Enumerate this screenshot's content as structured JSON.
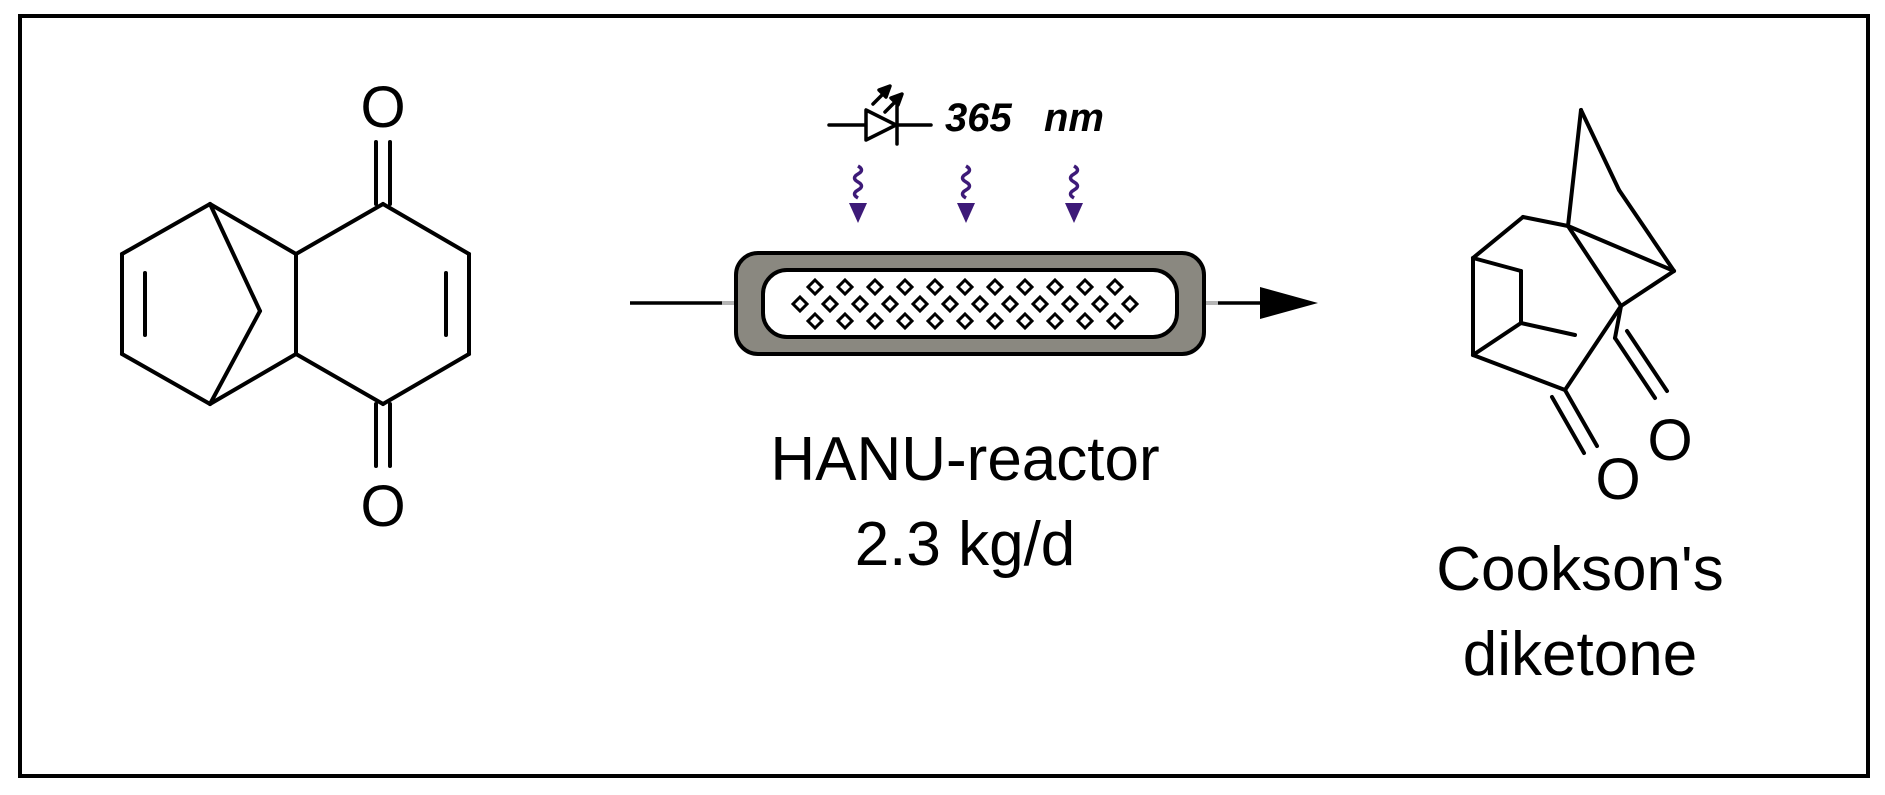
{
  "scheme": {
    "starting_material": {
      "atoms": {
        "top_oxygen": "O",
        "bottom_oxygen": "O"
      }
    },
    "reactor": {
      "wavelength_value": "365",
      "wavelength_unit": "nm",
      "name": "HANU-reactor",
      "throughput": "2.3 kg/d"
    },
    "product": {
      "atoms": {
        "oxygen_left": "O",
        "oxygen_right": "O"
      },
      "name_line1": "Cookson's",
      "name_line2": "diketone"
    },
    "colors": {
      "frame": "#000000",
      "light_arrows": "#3d1a78",
      "reactor_casing": "#8a8880",
      "reactor_channel": "#ffffff"
    }
  }
}
